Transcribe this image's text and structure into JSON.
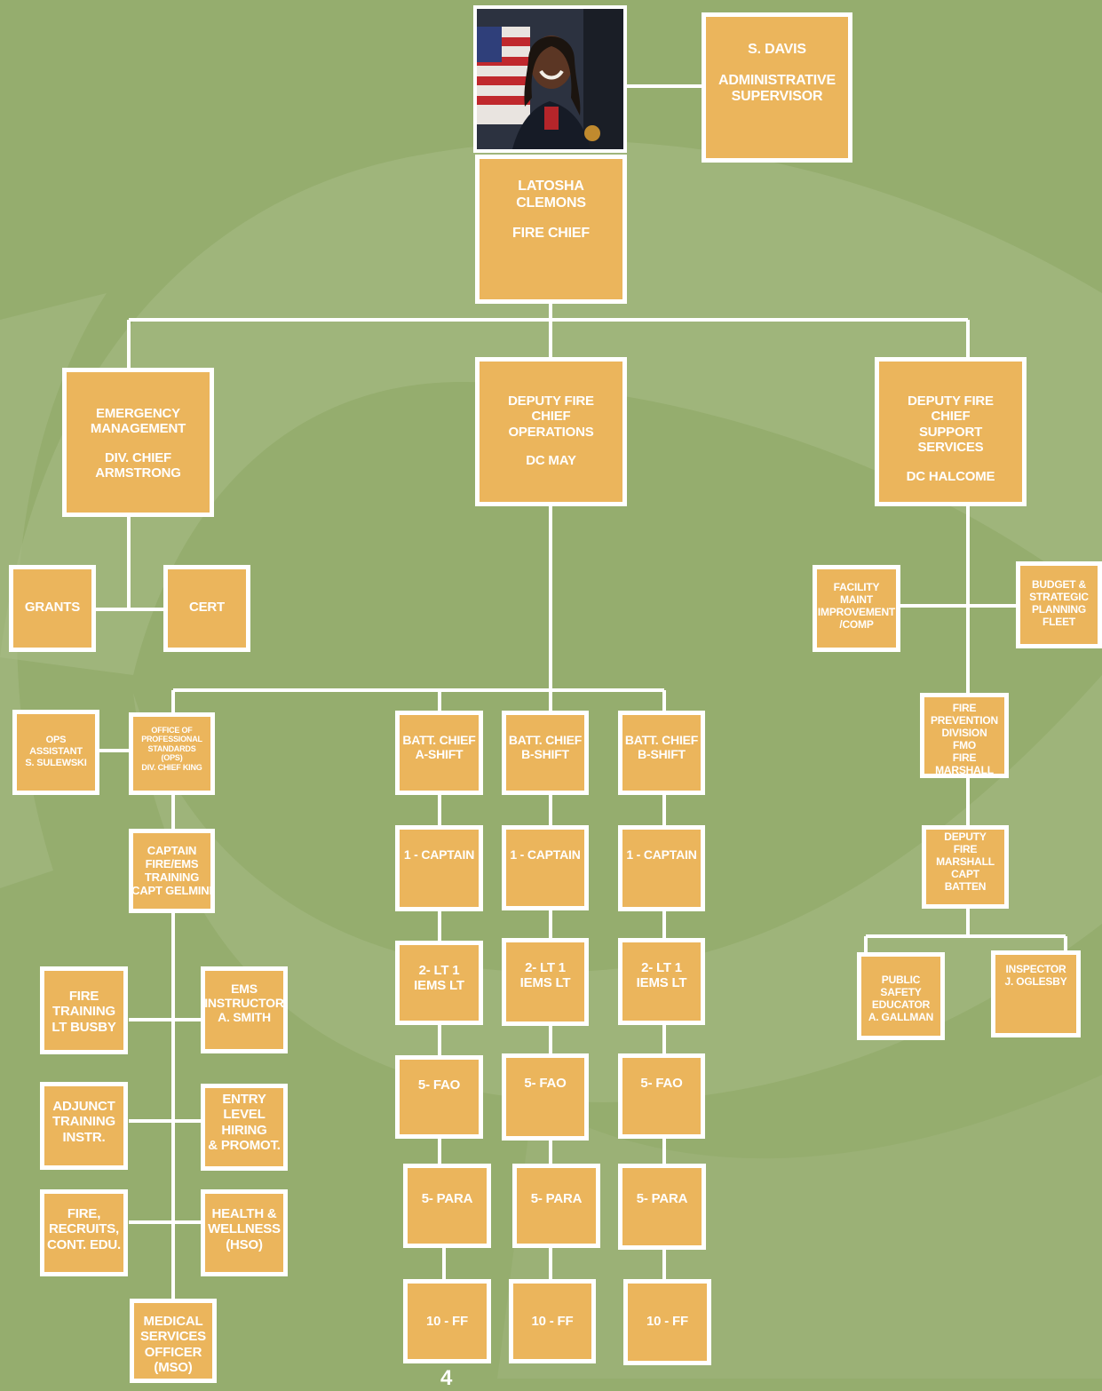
{
  "colors": {
    "background": "#95ad6e",
    "box_fill": "#ebb55c",
    "box_border": "#ffffff",
    "connector": "#ffffff",
    "text": "#ffffff"
  },
  "photo": {
    "icon": "portrait-photo-icon"
  },
  "admin": {
    "lines": [
      "S. DAVIS",
      "",
      "ADMINISTRATIVE",
      "SUPERVISOR"
    ]
  },
  "chief": {
    "lines": [
      "LATOSHA",
      "CLEMONS",
      "",
      "FIRE CHIEF"
    ]
  },
  "emergency": {
    "lines": [
      "EMERGENCY",
      "MANAGEMENT",
      "",
      "DIV. CHIEF",
      "ARMSTRONG"
    ]
  },
  "deputy_ops": {
    "lines": [
      "DEPUTY FIRE",
      "CHIEF",
      "OPERATIONS",
      "",
      "DC MAY"
    ]
  },
  "deputy_support": {
    "lines": [
      "DEPUTY FIRE",
      "CHIEF",
      "SUPPORT",
      "SERVICES",
      "",
      "DC HALCOME"
    ]
  },
  "grants": {
    "lines": [
      "GRANTS"
    ]
  },
  "cert": {
    "lines": [
      "CERT"
    ]
  },
  "facility": {
    "lines": [
      "FACILITY",
      "MAINT",
      "IMPROVEMENT",
      "/COMP"
    ]
  },
  "budget": {
    "lines": [
      "BUDGET &",
      "STRATEGIC",
      "PLANNING",
      "FLEET"
    ]
  },
  "ops_assistant": {
    "lines": [
      "OPS",
      "ASSISTANT",
      "S. SULEWSKI"
    ]
  },
  "ops_standards": {
    "lines": [
      "OFFICE OF",
      "PROFESSIONAL",
      "STANDARDS",
      "(OPS)",
      "DIV. CHIEF KING"
    ]
  },
  "captain_training": {
    "lines": [
      "CAPTAIN",
      "FIRE/EMS",
      "TRAINING",
      "CAPT GELMINI"
    ]
  },
  "fire_training": {
    "lines": [
      "FIRE",
      "TRAINING",
      "LT BUSBY"
    ]
  },
  "ems_instructor": {
    "lines": [
      "EMS",
      "INSTRUCTOR",
      "A. SMITH"
    ]
  },
  "adjunct": {
    "lines": [
      "ADJUNCT",
      "TRAINING",
      "INSTR."
    ]
  },
  "entry_level": {
    "lines": [
      "ENTRY",
      "LEVEL",
      "HIRING",
      "& PROMOT."
    ]
  },
  "recruits": {
    "lines": [
      "FIRE,",
      "RECRUITS,",
      "CONT. EDU."
    ]
  },
  "health": {
    "lines": [
      "HEALTH &",
      "WELLNESS",
      "(HSO)"
    ]
  },
  "mso": {
    "lines": [
      "MEDICAL",
      "SERVICES",
      "OFFICER",
      "(MSO)"
    ]
  },
  "fire_prevention": {
    "lines": [
      "FIRE",
      "PREVENTION",
      "DIVISION",
      "FMO",
      "FIRE",
      "MARSHALL"
    ]
  },
  "deputy_marshall": {
    "lines": [
      "DEPUTY",
      "FIRE",
      "MARSHALL",
      "CAPT",
      "BATTEN"
    ]
  },
  "public_safety": {
    "lines": [
      "PUBLIC",
      "SAFETY",
      "EDUCATOR",
      "A. GALLMAN"
    ]
  },
  "inspector": {
    "lines": [
      "INSPECTOR",
      "J. OGLESBY"
    ]
  },
  "shifts": [
    {
      "batt": [
        "BATT. CHIEF",
        "A-SHIFT"
      ],
      "captain": [
        "1 - CAPTAIN"
      ],
      "lt": [
        "2- LT 1",
        "IEMS LT"
      ],
      "fao": [
        "5- FAO"
      ],
      "para": [
        "5- PARA"
      ],
      "ff": [
        "10 - FF"
      ]
    },
    {
      "batt": [
        "BATT. CHIEF",
        "B-SHIFT"
      ],
      "captain": [
        "1 - CAPTAIN"
      ],
      "lt": [
        "2- LT 1",
        "IEMS LT"
      ],
      "fao": [
        "5- FAO"
      ],
      "para": [
        "5- PARA"
      ],
      "ff": [
        "10 - FF"
      ]
    },
    {
      "batt": [
        "BATT. CHIEF",
        "B-SHIFT"
      ],
      "captain": [
        "1 - CAPTAIN"
      ],
      "lt": [
        "2- LT 1",
        "IEMS LT"
      ],
      "fao": [
        "5- FAO"
      ],
      "para": [
        "5- PARA"
      ],
      "ff": [
        "10 - FF"
      ]
    }
  ],
  "page_number": "4"
}
